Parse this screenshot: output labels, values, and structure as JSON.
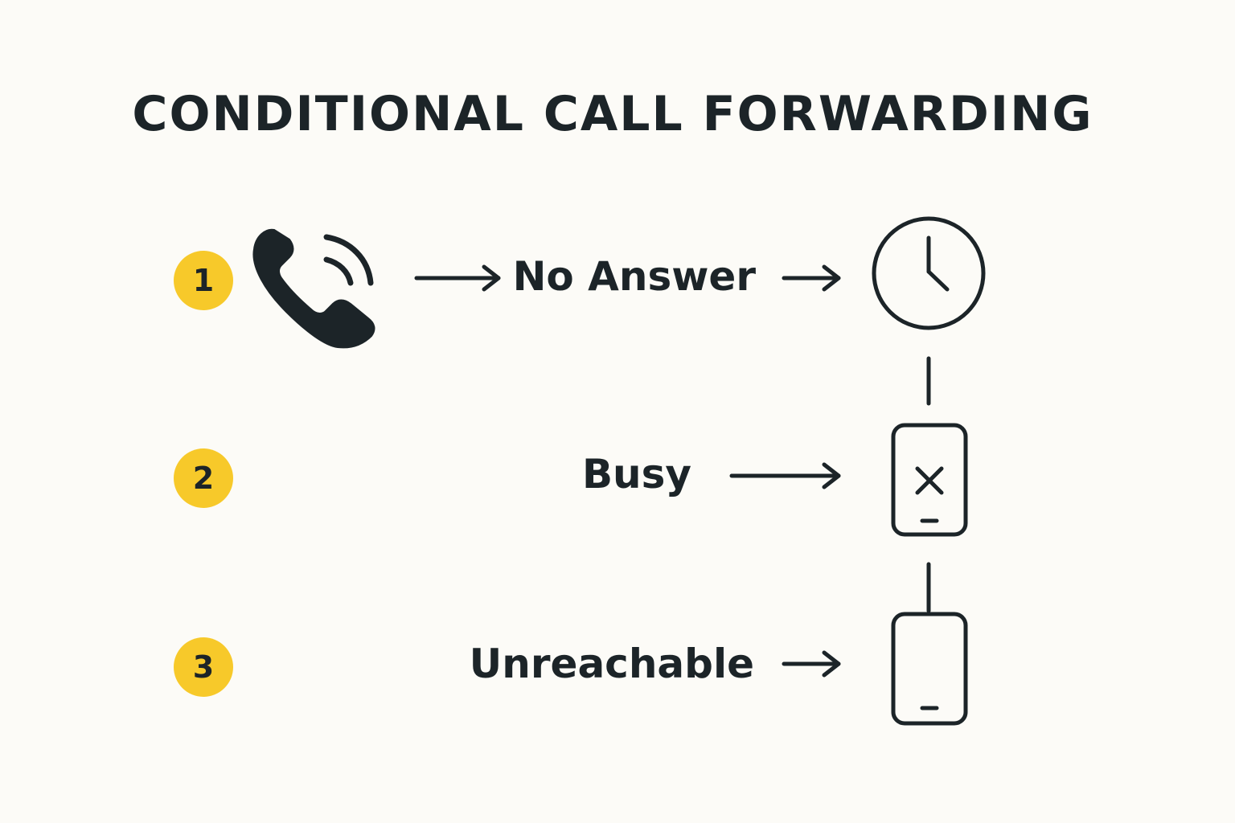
{
  "title": "CONDITIONAL CALL FORWARDING",
  "colors": {
    "background": "#fcfbf7",
    "ink": "#1c2428",
    "badge": "#f7c92a"
  },
  "steps": [
    {
      "number": "1",
      "condition": "No Answer",
      "icon": "clock-icon"
    },
    {
      "number": "2",
      "condition": "Busy",
      "icon": "phone-x-icon"
    },
    {
      "number": "3",
      "condition": "Unreachable",
      "icon": "smartphone-icon"
    }
  ],
  "source_icon": "ringing-phone-icon"
}
